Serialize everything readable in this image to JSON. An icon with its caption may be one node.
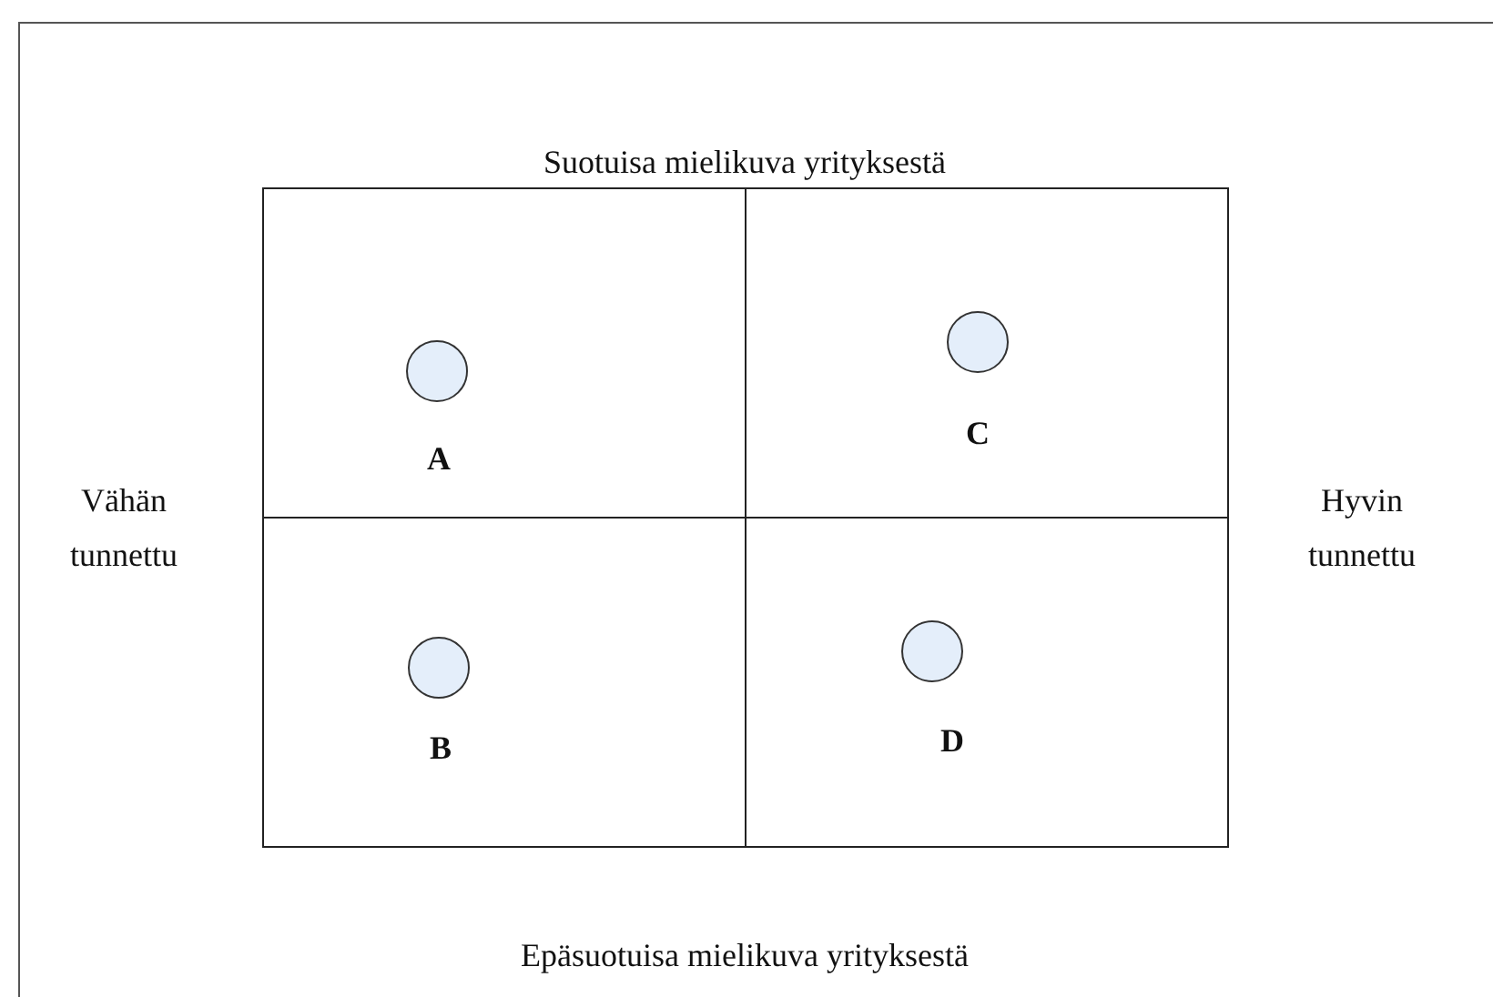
{
  "diagram": {
    "nodes": [
      {
        "text": [],
        "shape": "circle",
        "beside": [
          "A"
        ]
      },
      {
        "text": [],
        "shape": "circle",
        "beside": [
          "C"
        ]
      },
      {
        "text": [],
        "shape": "circle",
        "beside": [
          "B"
        ]
      },
      {
        "text": [],
        "shape": "circle",
        "beside": [
          "D"
        ]
      }
    ],
    "edges": [],
    "labels": [
      "Suotuisa mielikuva yrityksestä",
      "Vähän tunnettu",
      "Hyvin tunnettu",
      "Epäsuotuisa mielikuva yrityksestä"
    ]
  }
}
